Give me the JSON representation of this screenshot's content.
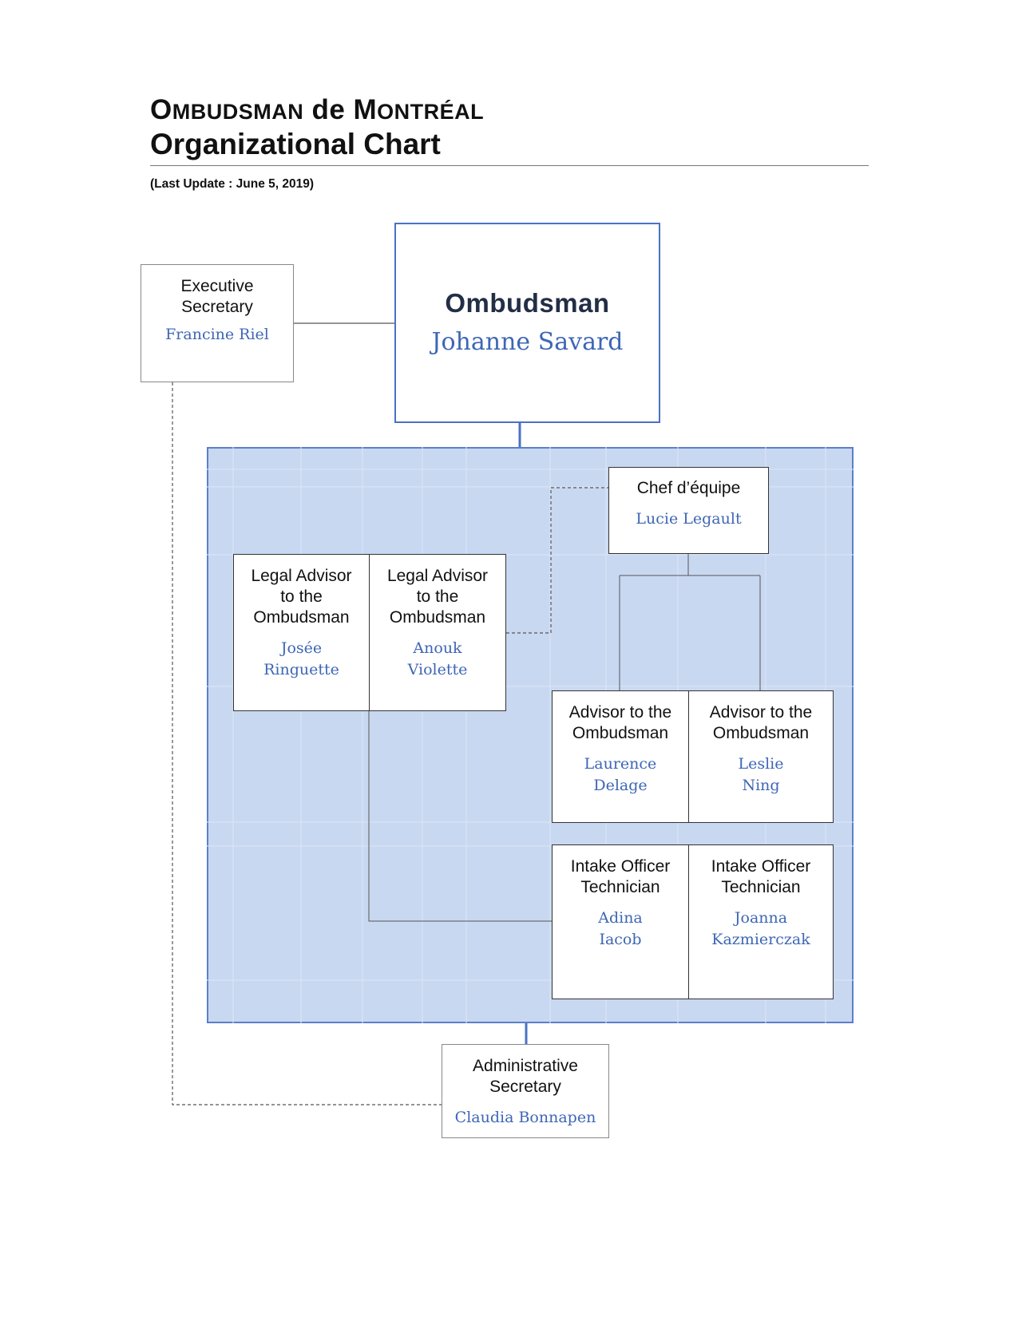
{
  "header": {
    "org_lead_O": "O",
    "org_rest_1": "MBUDSMAN",
    "org_de": " de ",
    "org_lead_M": "M",
    "org_rest_2": "ONTRÉAL",
    "title": "Organizational Chart",
    "last_update": "(Last Update : June 5, 2019)"
  },
  "nodes": {
    "executive_secretary": {
      "role": "Executive Secretary",
      "name": "Francine Riel"
    },
    "ombudsman": {
      "role": "Ombudsman",
      "name": "Johanne Savard"
    },
    "chef_equipe": {
      "role": "Chef d’équipe",
      "name": "Lucie Legault"
    },
    "legal_advisor_1": {
      "role_lines": [
        "Legal Advisor",
        "to the",
        "Ombudsman"
      ],
      "name_lines": [
        "Josée",
        "Ringuette"
      ]
    },
    "legal_advisor_2": {
      "role_lines": [
        "Legal Advisor",
        "to the",
        "Ombudsman"
      ],
      "name_lines": [
        "Anouk",
        "Violette"
      ]
    },
    "advisor_1": {
      "role_lines": [
        "Advisor to the",
        "Ombudsman"
      ],
      "name_lines": [
        "Laurence",
        "Delage"
      ]
    },
    "advisor_2": {
      "role_lines": [
        "Advisor to the",
        "Ombudsman"
      ],
      "name_lines": [
        "Leslie",
        "Ning"
      ]
    },
    "intake_1": {
      "role_lines": [
        "Intake Officer",
        "Technician"
      ],
      "name_lines": [
        "Adina",
        "Iacob"
      ]
    },
    "intake_2": {
      "role_lines": [
        "Intake Officer",
        "Technician"
      ],
      "name_lines": [
        "Joanna",
        "Kazmierczak"
      ]
    },
    "admin_secretary": {
      "role_lines": [
        "Administrative",
        "Secretary"
      ],
      "name": "Claudia Bonnapen"
    }
  },
  "colors": {
    "name_text": "#3e66b5",
    "panel_fill": "#c9d8f1",
    "panel_border": "#5b7fc9",
    "ombudsman_border": "#4a72c4"
  }
}
